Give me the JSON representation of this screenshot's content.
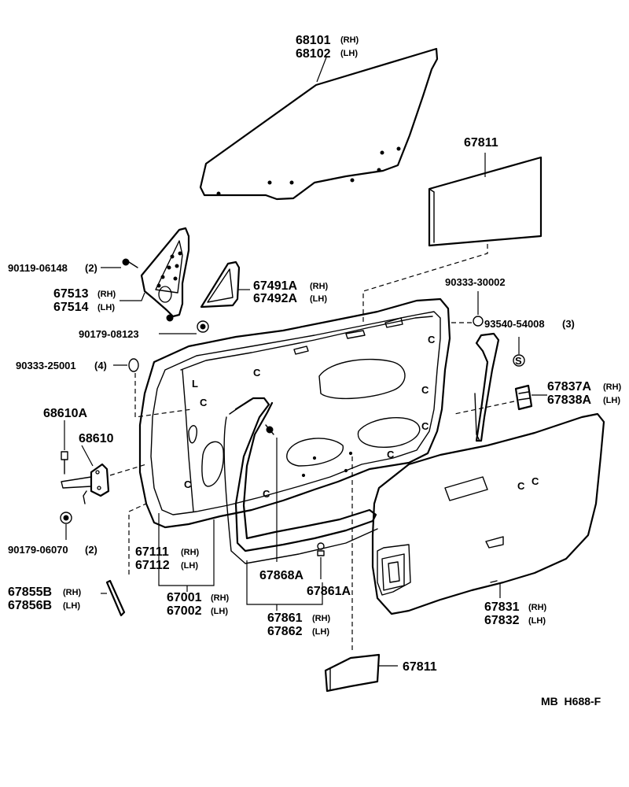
{
  "labels": {
    "glass_rh": {
      "part": "68101",
      "side": "(RH)"
    },
    "glass_lh": {
      "part": "68102",
      "side": "(LH)"
    },
    "sheet_top": {
      "part": "67811"
    },
    "screw_90119": {
      "part": "90119-06148",
      "qty": "(2)"
    },
    "vent_rh": {
      "part": "67513",
      "side": "(RH)"
    },
    "vent_lh": {
      "part": "67514",
      "side": "(LH)"
    },
    "nut_90179_08123": {
      "part": "90179-08123"
    },
    "cover_rh": {
      "part": "67491A",
      "side": "(RH)"
    },
    "cover_lh": {
      "part": "67492A",
      "side": "(LH)"
    },
    "plug_90333_30002": {
      "part": "90333-30002"
    },
    "clip_93540": {
      "part": "93540-54008",
      "qty": "(3)"
    },
    "plug_90333_25001": {
      "part": "90333-25001",
      "qty": "(4)"
    },
    "handle_rh": {
      "part": "67837A",
      "side": "(RH)"
    },
    "handle_lh": {
      "part": "67838A",
      "side": "(LH)"
    },
    "check_bolt": {
      "part": "68610A"
    },
    "check": {
      "part": "68610"
    },
    "nut_90179_06070": {
      "part": "90179-06070",
      "qty": "(2)"
    },
    "panel_sub_rh": {
      "part": "67111",
      "side": "(RH)"
    },
    "panel_sub_lh": {
      "part": "67112",
      "side": "(LH)"
    },
    "weather_strip": {
      "part": "67868A"
    },
    "clip_67861a": {
      "part": "67861A"
    },
    "strip_rh": {
      "part": "67855B",
      "side": "(RH)"
    },
    "strip_lh": {
      "part": "67856B",
      "side": "(LH)"
    },
    "door_rh": {
      "part": "67001",
      "side": "(RH)"
    },
    "door_lh": {
      "part": "67002",
      "side": "(LH)"
    },
    "seal_rh": {
      "part": "67861",
      "side": "(RH)"
    },
    "seal_lh": {
      "part": "67862",
      "side": "(LH)"
    },
    "trim_rh": {
      "part": "67831",
      "side": "(RH)"
    },
    "trim_lh": {
      "part": "67832",
      "side": "(LH)"
    },
    "sheet_bottom": {
      "part": "67811"
    }
  },
  "ref_code": "MB  H688-F"
}
